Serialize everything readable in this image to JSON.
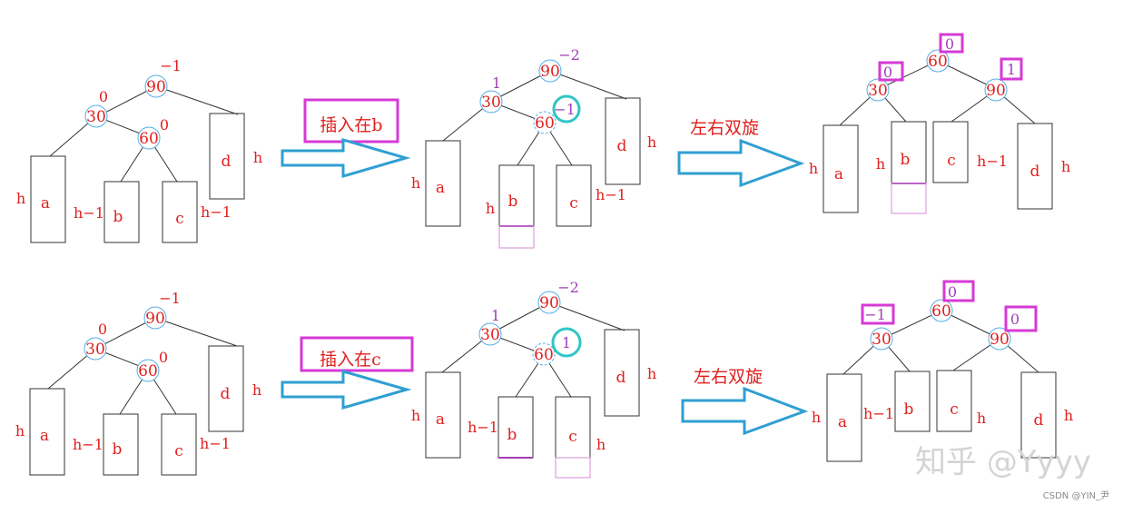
{
  "colors": {
    "red": "#e0201e",
    "purple": "#a03fb8",
    "magenta": "#d63ad6",
    "cyan": "#31c5c5",
    "node_ring": "#55aee6",
    "arrow": "#2f9fd2",
    "edge": "#333333"
  },
  "rows": [
    {
      "insert_label": "插入在b",
      "rotation_label": "左右双旋",
      "before": {
        "bf_90": "−1",
        "bf_30": "0",
        "bf_60": "0",
        "node_90": "90",
        "node_30": "30",
        "node_60": "60",
        "leaf_a": "a",
        "leaf_b": "b",
        "leaf_c": "c",
        "leaf_d": "d",
        "h_a": "h",
        "h_b": "h−1",
        "h_c": "h−1",
        "h_d": "h"
      },
      "middle": {
        "bf_90": "−2",
        "bf_30": "1",
        "bf_60": "−1",
        "node_90": "90",
        "node_30": "30",
        "node_60": "60",
        "leaf_a": "a",
        "leaf_b": "b",
        "leaf_c": "c",
        "leaf_d": "d",
        "h_a": "h",
        "h_b": "h",
        "h_c": "h−1",
        "h_d": "h"
      },
      "after": {
        "bf_60": "0",
        "bf_30": "0",
        "bf_90": "1",
        "node_60": "60",
        "node_30": "30",
        "node_90": "90",
        "leaf_a": "a",
        "leaf_b": "b",
        "leaf_c": "c",
        "leaf_d": "d",
        "h_a": "h",
        "h_b": "h",
        "h_c": "h−1",
        "h_d": "h"
      }
    },
    {
      "insert_label": "插入在c",
      "rotation_label": "左右双旋",
      "before": {
        "bf_90": "−1",
        "bf_30": "0",
        "bf_60": "0",
        "node_90": "90",
        "node_30": "30",
        "node_60": "60",
        "leaf_a": "a",
        "leaf_b": "b",
        "leaf_c": "c",
        "leaf_d": "d",
        "h_a": "h",
        "h_b": "h−1",
        "h_c": "h−1",
        "h_d": "h"
      },
      "middle": {
        "bf_90": "−2",
        "bf_30": "1",
        "bf_60": "1",
        "node_90": "90",
        "node_30": "30",
        "node_60": "60",
        "leaf_a": "a",
        "leaf_b": "b",
        "leaf_c": "c",
        "leaf_d": "d",
        "h_a": "h",
        "h_b": "h−1",
        "h_c": "h",
        "h_d": "h"
      },
      "after": {
        "bf_60": "0",
        "bf_30": "−1",
        "bf_90": "0",
        "node_60": "60",
        "node_30": "30",
        "node_90": "90",
        "leaf_a": "a",
        "leaf_b": "b",
        "leaf_c": "c",
        "leaf_d": "d",
        "h_a": "h",
        "h_b": "h−1",
        "h_c": "h",
        "h_d": "h"
      }
    }
  ],
  "watermark": {
    "main": "知乎 @Yyyy",
    "csdn": "CSDN @YIN_尹"
  }
}
